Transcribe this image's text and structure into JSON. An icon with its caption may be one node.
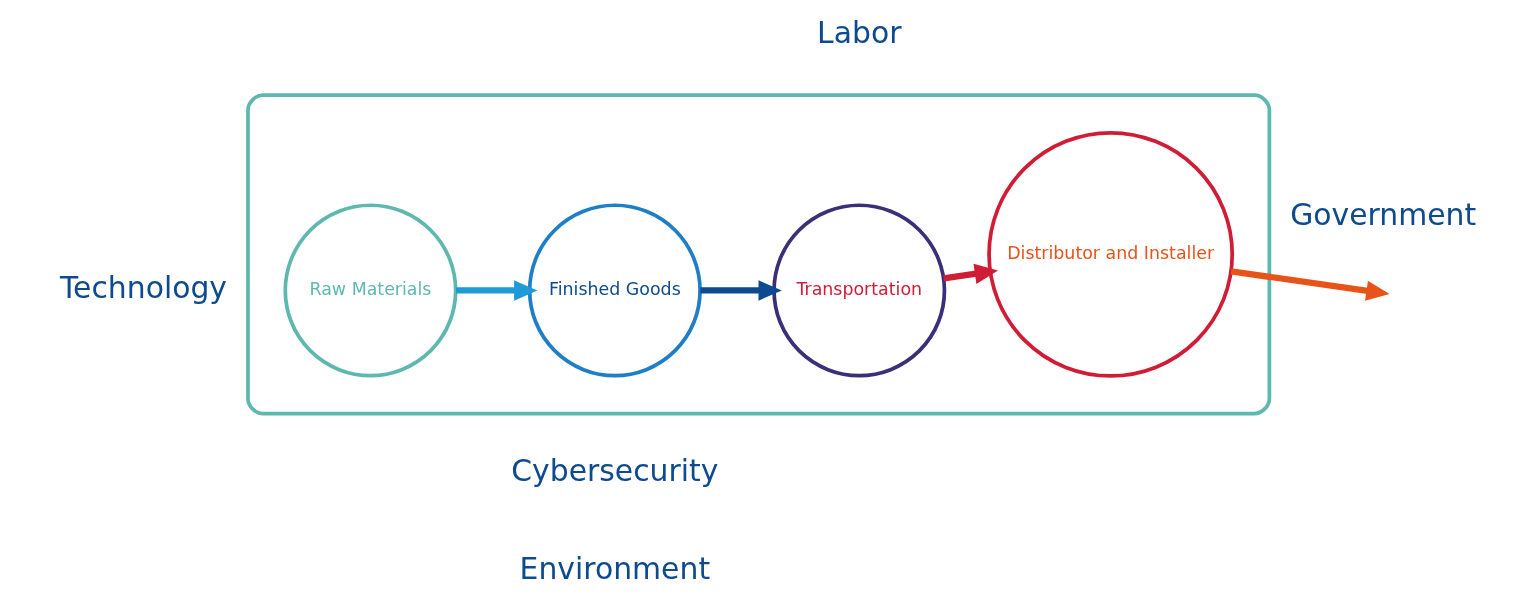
{
  "diagram": {
    "nodes": [
      {
        "text": [],
        "shape": "box"
      },
      {
        "text": [
          "Raw Materials"
        ],
        "in": 0
      },
      {
        "text": [
          "Finished Goods"
        ],
        "in": 0
      },
      {
        "text": [
          "Transportation"
        ],
        "in": 0
      },
      {
        "text": [
          "Distributor and Installer"
        ],
        "in": 0
      }
    ],
    "edges": [
      {
        "from": 1,
        "to": 2,
        "arrow": "to",
        "color": "#1e9bd7"
      },
      {
        "from": 2,
        "to": 3,
        "arrow": "to",
        "color": "#0d4a8f"
      },
      {
        "from": 3,
        "to": 4,
        "arrow": "to",
        "color": "#d01c35"
      },
      {
        "from": 4,
        "to": null,
        "arrow": "to",
        "color": "#e8531a"
      }
    ],
    "labels": [
      "Technology",
      "Environment",
      "Labor",
      "Cybersecurity",
      "Government"
    ]
  }
}
